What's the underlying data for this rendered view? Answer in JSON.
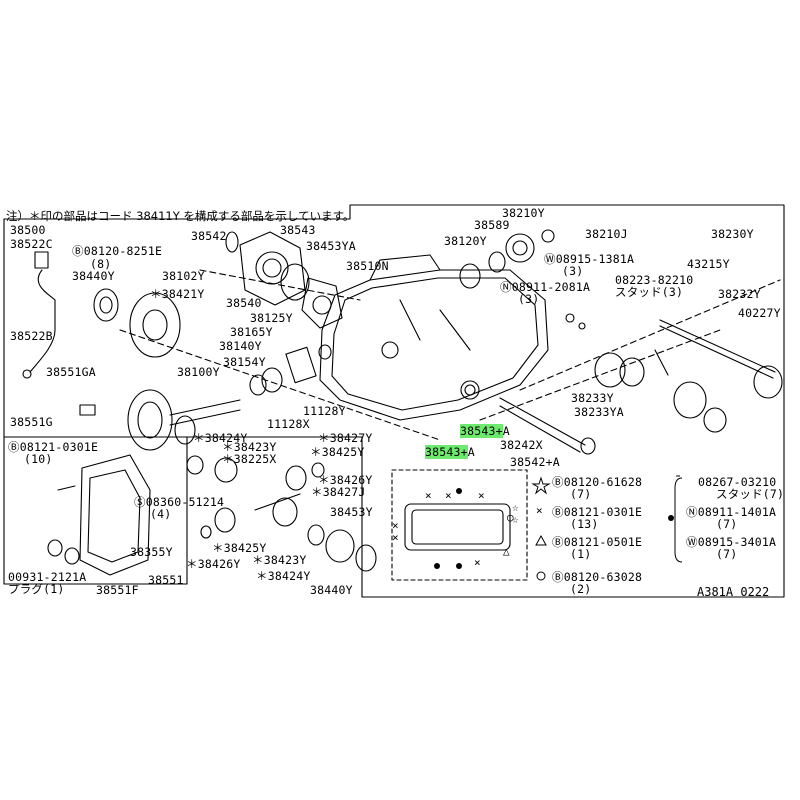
{
  "note": "注）＊印の部品はコード 38411Y を構成する部品を示しています。",
  "diagram_code": "A381A 0222",
  "highlight_color": "#6dea6d",
  "labels": {
    "p38500": "38500",
    "p38522C": "38522C",
    "p08120_8251E": "08120-8251E",
    "p08120_8251E_qty": "(8)",
    "p38440Y_a": "38440Y",
    "p38102Y": "38102Y",
    "p38421Y": "＊38421Y",
    "p38542_top": "38542",
    "p38543_top": "38543",
    "p38453YA": "38453YA",
    "p38510N": "38510N",
    "p38540": "38540",
    "p38522B": "38522B",
    "p38551GA": "38551GA",
    "p38125Y": "38125Y",
    "p38165Y": "38165Y",
    "p38140Y": "38140Y",
    "p38154Y": "38154Y",
    "p38100Y": "38100Y",
    "p11128Y": "11128Y",
    "p11128X": "11128X",
    "p38551G": "38551G",
    "p38210Y": "38210Y",
    "p38589": "38589",
    "p38120Y": "38120Y",
    "p38210J": "38210J",
    "p08915_1381A": "08915-1381A",
    "p08915_1381A_qty": "(3)",
    "p08911_2081A": "08911-2081A",
    "p08911_2081A_qty": "(3)",
    "p38230Y": "38230Y",
    "p43215Y": "43215Y",
    "p08223_82210": "08223-82210",
    "p08223_82210_sub": "スタッド(3)",
    "p38232Y": "38232Y",
    "p40227Y": "40227Y",
    "p38233Y": "38233Y",
    "p38233YA": "38233YA",
    "p38543A_1": "38543+",
    "p38543A_1_suffix": "A",
    "p38543A_2": "38543+",
    "p38543A_2_suffix": "A",
    "p38242X": "38242X",
    "p38542A": "38542+A",
    "p08121_0301E": "08121-0301E",
    "p08121_0301E_qty": "(10)",
    "p38424Y_a": "＊38424Y",
    "p38423Y_a": "＊38423Y",
    "p38225X": "＊38225X",
    "p38427Y": "＊38427Y",
    "p38425Y_a": "＊38425Y",
    "p38426Y_a": "＊38426Y",
    "p38427J": "＊38427J",
    "p08360_51214": "08360-51214",
    "p08360_51214_qty": "(4)",
    "p38453Y": "38453Y",
    "p38355Y": "38355Y",
    "p38425Y_b": "＊38425Y",
    "p38426Y_b": "＊38426Y",
    "p38423Y_b": "＊38423Y",
    "p38424Y_b": "＊38424Y",
    "p38440Y_b": "38440Y",
    "p00931_2121A": "00931-2121A",
    "p00931_sub": "プラグ(1)",
    "p38551": "38551",
    "p38551F": "38551F"
  },
  "legend": {
    "star_code": "08120-61628",
    "star_qty": "(7)",
    "x_code": "08121-0301E",
    "x_qty": "(13)",
    "tri_code": "08121-0501E",
    "tri_qty": "(1)",
    "circ_code": "08120-63028",
    "circ_qty": "(2)",
    "stud_code": "08267-03210",
    "stud_sub": "スタッド(7)",
    "n_code": "08911-1401A",
    "n_qty": "(7)",
    "w_code": "08915-3401A",
    "w_qty": "(7)"
  }
}
